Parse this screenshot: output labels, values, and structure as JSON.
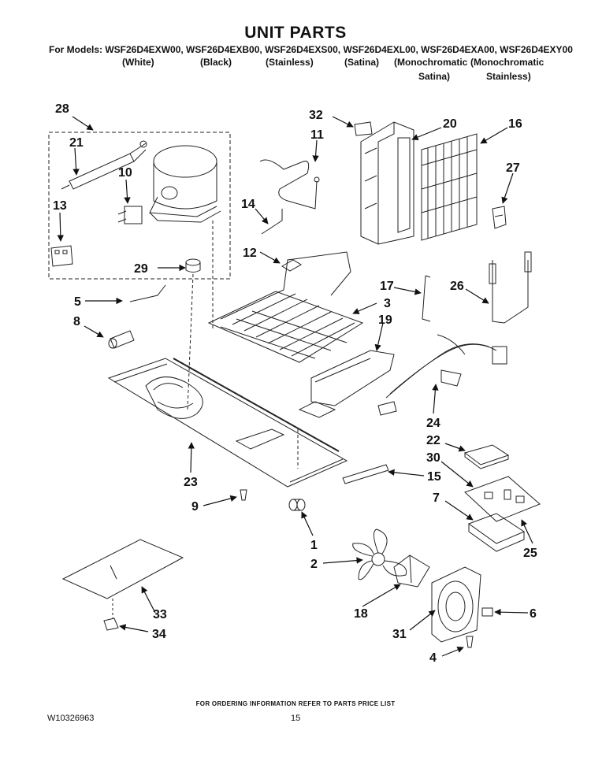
{
  "title": "UNIT PARTS",
  "models_line": "For Models: WSF26D4EXW00, WSF26D4EXB00, WSF26D4EXS00, WSF26D4EXL00, WSF26D4EXA00, WSF26D4EXY00",
  "colors": [
    "(White)",
    "(Black)",
    "(Stainless)",
    "(Satina)",
    "(Monochromatic",
    "(Monochromatic",
    "Satina)",
    "Stainless)"
  ],
  "callouts": [
    "28",
    "21",
    "10",
    "13",
    "29",
    "32",
    "11",
    "20",
    "16",
    "27",
    "14",
    "12",
    "17",
    "26",
    "5",
    "3",
    "19",
    "8",
    "24",
    "22",
    "30",
    "23",
    "15",
    "7",
    "9",
    "1",
    "25",
    "2",
    "6",
    "18",
    "31",
    "33",
    "34",
    "4"
  ],
  "footer": {
    "ordering_note": "FOR ORDERING INFORMATION REFER TO PARTS PRICE LIST",
    "document_number": "W10326963",
    "page_number": "15"
  }
}
